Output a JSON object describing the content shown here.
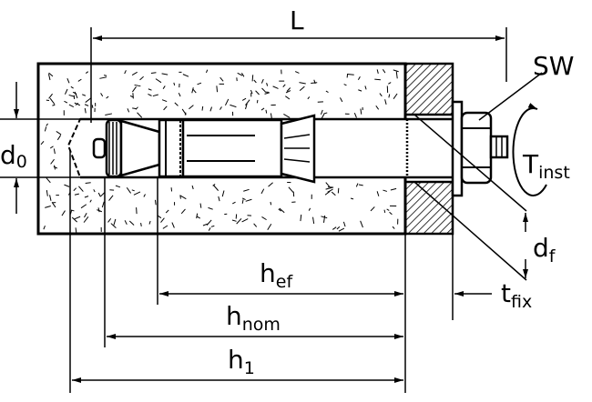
{
  "title": "Anchor installation dimensions",
  "labels": {
    "L": {
      "base": "L",
      "sub": ""
    },
    "SW": {
      "base": "SW",
      "sub": ""
    },
    "T_inst": {
      "base": "T",
      "sub": "inst"
    },
    "d0": {
      "base": "d",
      "sub": "0"
    },
    "df": {
      "base": "d",
      "sub": "f"
    },
    "t_fix": {
      "base": "t",
      "sub": "fix"
    },
    "h_ef": {
      "base": "h",
      "sub": "ef"
    },
    "h_nom": {
      "base": "h",
      "sub": "nom"
    },
    "h1": {
      "base": "h",
      "sub": "1"
    }
  },
  "colors": {
    "line": "#000000",
    "background": "#ffffff"
  }
}
